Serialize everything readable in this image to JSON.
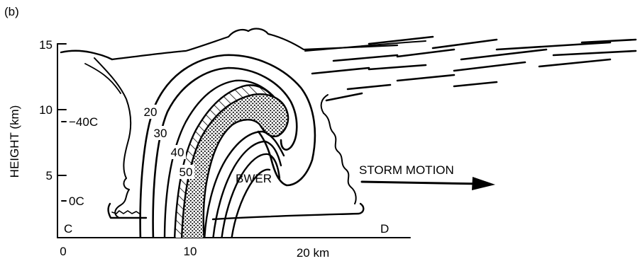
{
  "panel_label": "(b)",
  "y_axis": {
    "label": "HEIGHT (km)",
    "ticks": [
      "15",
      "10",
      "5"
    ]
  },
  "x_axis": {
    "ticks": [
      "0",
      "10",
      "20 km"
    ]
  },
  "temperature_labels": [
    "−40C",
    "0C"
  ],
  "section_endpoints": {
    "left": "C",
    "right": "D"
  },
  "reflectivity_contours": [
    "20",
    "30",
    "40",
    "50"
  ],
  "region_label": "BWER",
  "motion_label": "STORM MOTION"
}
